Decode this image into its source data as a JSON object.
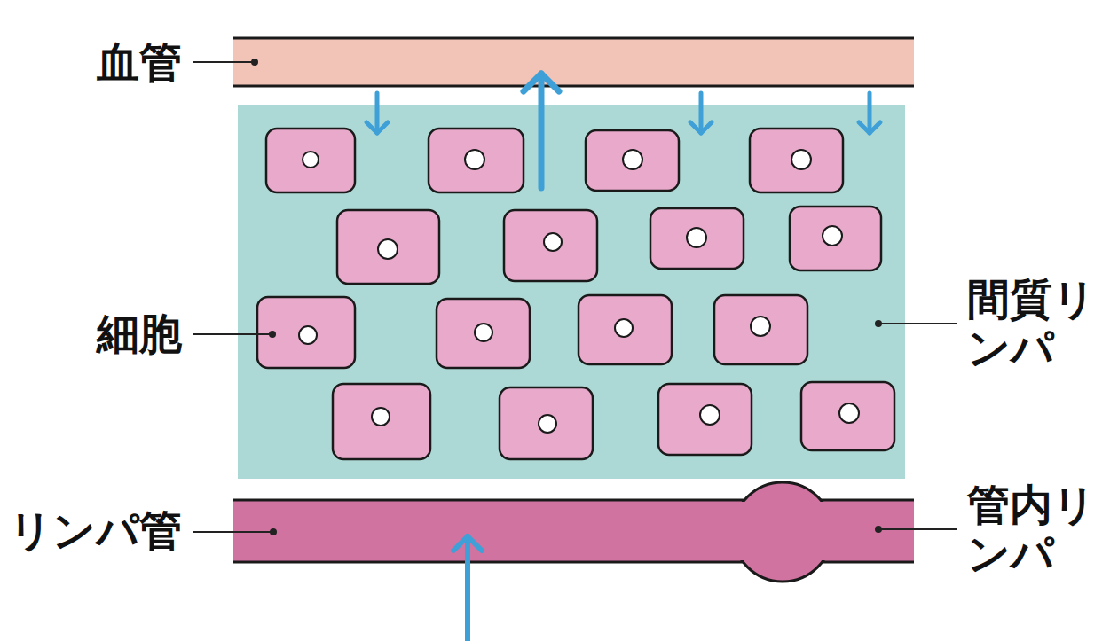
{
  "diagram": {
    "nodes": [
      {
        "text": [
          "血管"
        ]
      },
      {
        "text": [
          "間質リンパ"
        ]
      },
      {
        "text": [
          "リンパ管",
          "管内リンパ"
        ]
      }
    ],
    "edges": [
      {
        "from": 0,
        "to": 1,
        "arrow": "to"
      },
      {
        "from": 1,
        "to": 0,
        "arrow": "to"
      },
      {
        "from": 0,
        "to": 1,
        "arrow": "to"
      },
      {
        "from": 0,
        "to": 1,
        "arrow": "to"
      },
      {
        "from": 1,
        "to": 2,
        "arrow": "to"
      }
    ],
    "labels": [
      "細胞"
    ]
  }
}
